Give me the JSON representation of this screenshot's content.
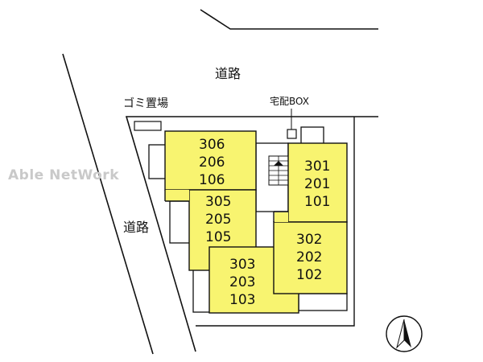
{
  "labels": {
    "road_top": "道路",
    "road_left": "道路",
    "garbage": "ゴミ置場",
    "delivery_box": "宅配BOX",
    "watermark": "Able NetWork"
  },
  "colors": {
    "unit_fill": "#f8f470",
    "line": "#111111",
    "watermark": "#c9c9c9"
  },
  "units": {
    "block_a": [
      "306",
      "206",
      "106"
    ],
    "block_b": [
      "305",
      "205",
      "105"
    ],
    "block_c": [
      "303",
      "203",
      "103"
    ],
    "block_d": [
      "301",
      "201",
      "101"
    ],
    "block_e": [
      "302",
      "202",
      "102"
    ]
  },
  "icons": {
    "north": "north-arrow-icon",
    "stairs": "stairs-icon"
  }
}
